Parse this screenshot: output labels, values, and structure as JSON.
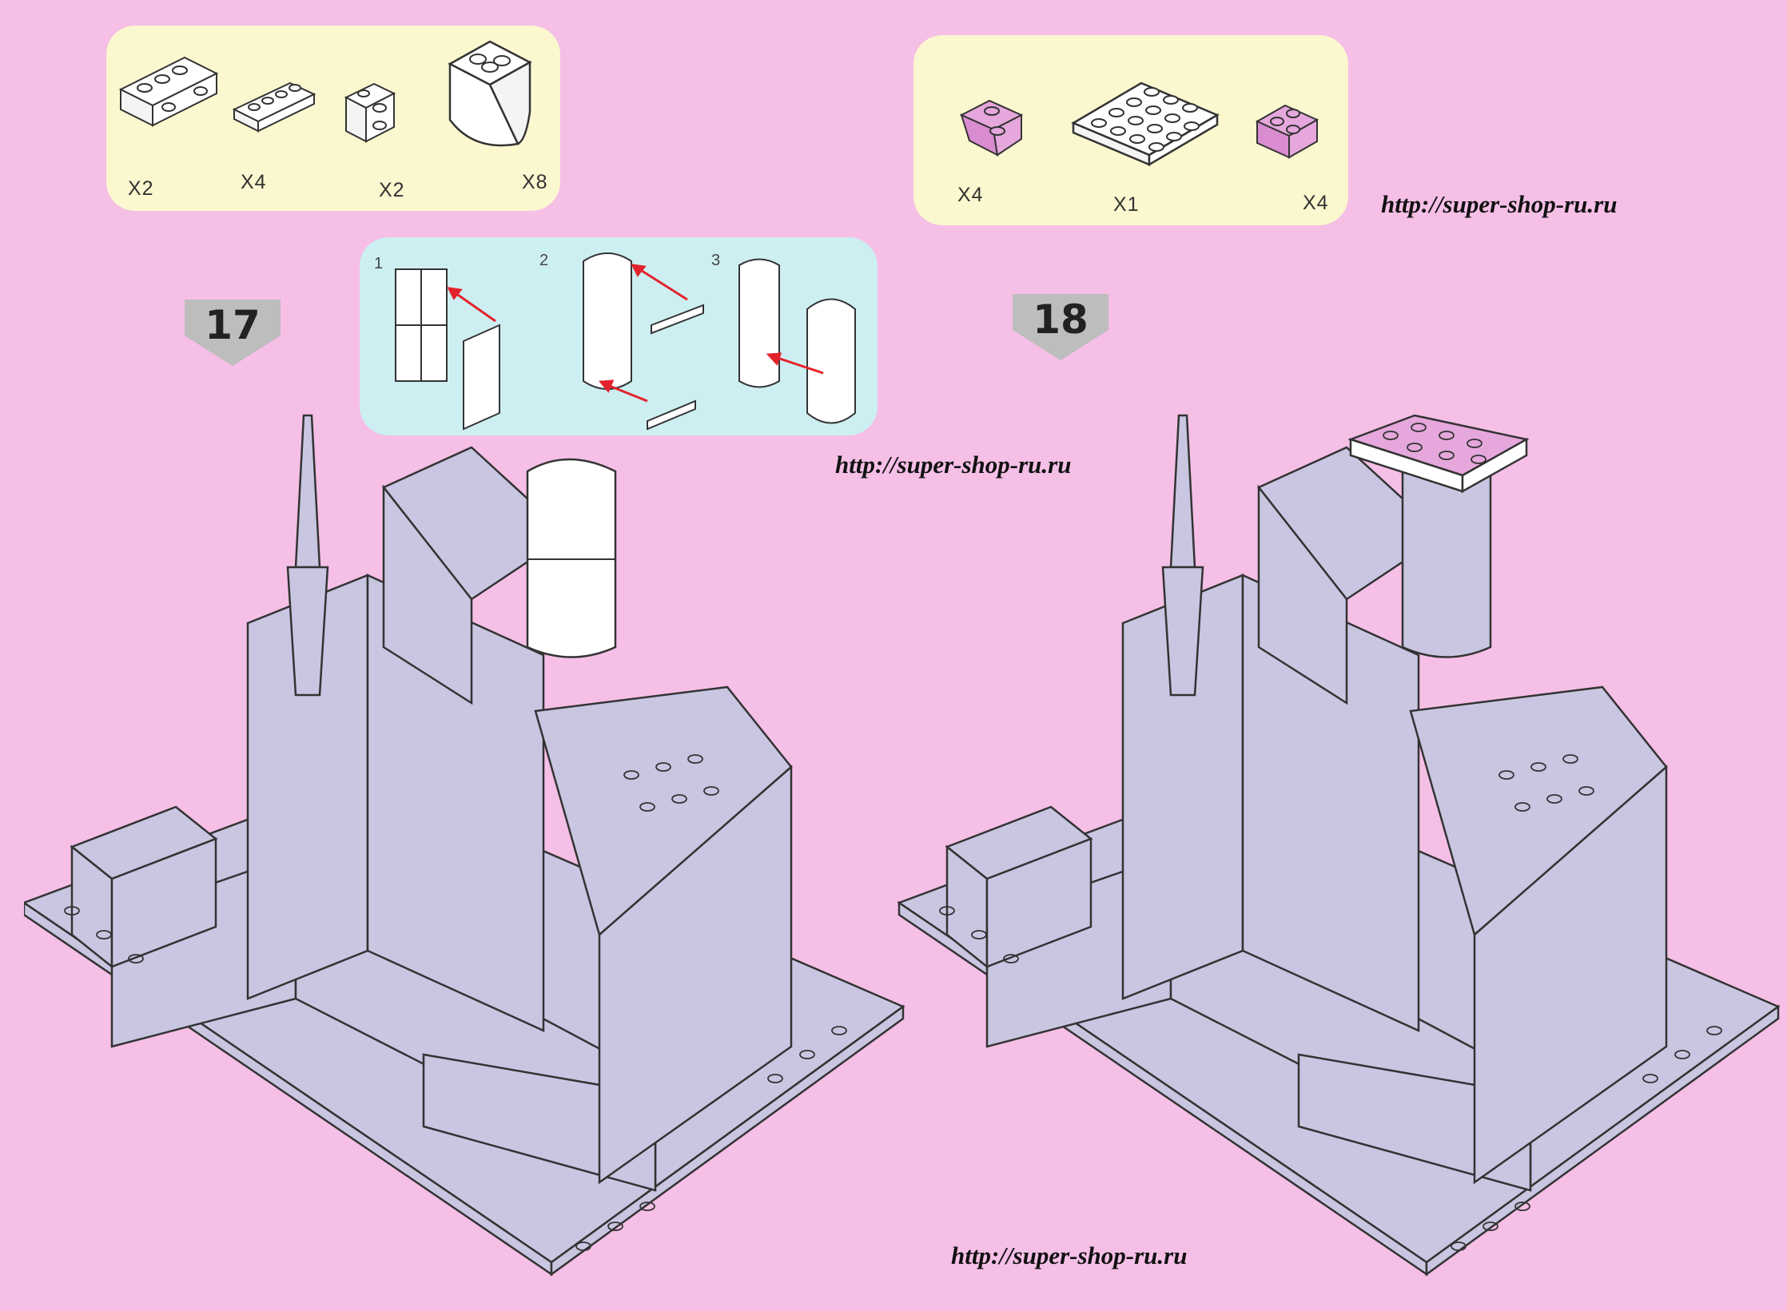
{
  "steps": [
    {
      "number": "17",
      "parts": [
        {
          "qty": "X2",
          "icon": "brick-1x4-side-studs-icon"
        },
        {
          "qty": "X4",
          "icon": "plate-1x4-icon"
        },
        {
          "qty": "X2",
          "icon": "brick-1x2-side-studs-icon"
        },
        {
          "qty": "X8",
          "icon": "quarter-round-brick-icon"
        }
      ],
      "sub_steps": [
        "1",
        "2",
        "3"
      ]
    },
    {
      "number": "18",
      "parts": [
        {
          "qty": "X4",
          "icon": "pink-slope-brick-icon"
        },
        {
          "qty": "X1",
          "icon": "plate-4x4-icon"
        },
        {
          "qty": "X4",
          "icon": "pink-corner-brick-icon"
        }
      ]
    }
  ],
  "watermarks": [
    "http://super-shop-ru.ru",
    "http://super-shop-ru.ru",
    "http://super-shop-ru.ru"
  ],
  "colors": {
    "background": "#f5bfe6",
    "parts_panel": "#fbf7cf",
    "sub_step_panel": "#cdeff2",
    "model_gray": "#c9c6e2",
    "accent_pink": "#e6a7dc",
    "arrow_red": "#e3232c"
  }
}
